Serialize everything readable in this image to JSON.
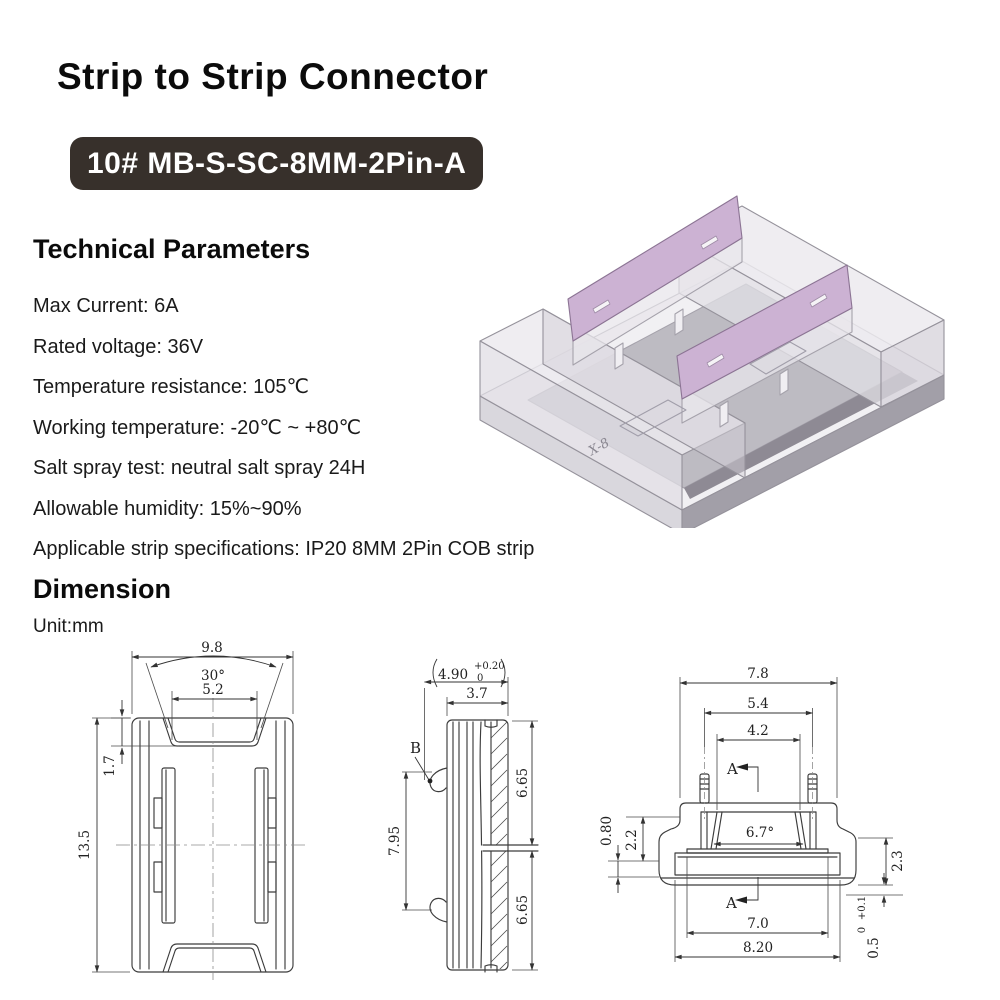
{
  "header": {
    "title": "Strip to Strip Connector",
    "model_badge": "10# MB-S-SC-8MM-2Pin-A",
    "badge_bg": "#37302b",
    "badge_text_color": "#ffffff"
  },
  "technical_parameters": {
    "heading": "Technical Parameters",
    "items": [
      "Max Current: 6A",
      "Rated voltage: 36V",
      "Temperature resistance: 105℃",
      "Working temperature: -20℃ ~ +80℃",
      "Salt spray test: neutral salt spray 24H",
      "Allowable humidity: 15%~90%",
      "Applicable strip specifications: IP20 8MM 2Pin COB strip"
    ]
  },
  "product_render": {
    "description": "Transparent strip-to-strip connector with two pink metal contact blades",
    "body_color": "#f0eff2",
    "side_color": "#d9d7dd",
    "shadow_color": "#8e8a94",
    "floor_color": "#b4b1b9",
    "contact_color": "#ccb2d3",
    "outline_color": "#95929b",
    "marking": "X-8"
  },
  "dimension": {
    "heading": "Dimension",
    "unit_label": "Unit:mm",
    "top_view": {
      "width": "9.8",
      "notch_angle": "30°",
      "notch_width": "5.2",
      "notch_depth": "1.7",
      "length": "13.5"
    },
    "side_view": {
      "overall_width_nominal": "4.90",
      "overall_width_tol_upper": "+0.20",
      "overall_width_tol_lower": "0",
      "body_thickness": "3.7",
      "detail_label": "B",
      "hook_span": "7.95",
      "upper_half_height": "6.65",
      "lower_half_height": "6.65"
    },
    "front_view": {
      "top_width": "7.8",
      "pin_pitch": "5.4",
      "inner_width": "4.2",
      "section_label_top": "A",
      "section_label_bottom": "A",
      "wall_angle": "6.7°",
      "wall_height": "2.2",
      "step_height": "0.80",
      "side_height": "2.3",
      "slot_width": "7.0",
      "base_width": "8.20",
      "base_thickness_nominal": "0.5",
      "base_thickness_tol_upper": "+0.1",
      "base_thickness_tol_lower": "0"
    }
  }
}
